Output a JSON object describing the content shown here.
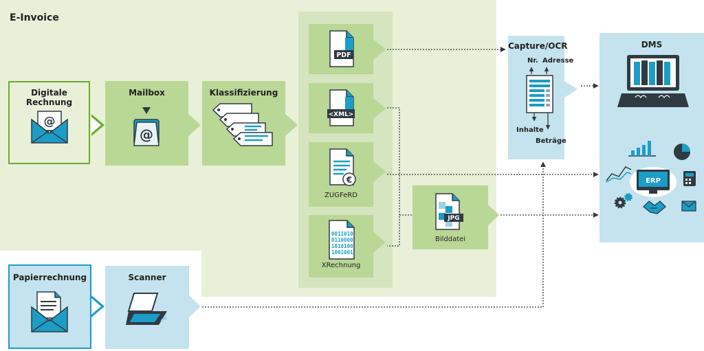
{
  "diagram": {
    "region_title": "E-Invoice",
    "nodes": {
      "digital_invoice": "Digitale Rechnung",
      "mailbox": "Mailbox",
      "classification": "Klassifizierung",
      "pdf": "PDF",
      "xml": "<XML>",
      "zugferd": "ZUGFeRD",
      "xrechnung": "XRechnung",
      "image_file": "Bilddatei",
      "jpg": "JPG",
      "paper_invoice": "Papierrechnung",
      "scanner": "Scanner",
      "capture_ocr": "Capture/OCR",
      "dms": "DMS",
      "erp": "ERP"
    },
    "ocr_labels": {
      "nr": "Nr.",
      "address": "Adresse",
      "contents": "Inhalte",
      "amounts": "Beträge"
    },
    "binary_lines": [
      "0011010",
      "0110000",
      "1010100",
      "1001001"
    ],
    "email_symbol": "@",
    "euro_symbol": "€"
  },
  "colors": {
    "light_green": "#e8f0d8",
    "mid_green": "#d5e5bf",
    "green": "#b9d795",
    "dark_green": "#6aab2e",
    "light_blue": "#c4e3ee",
    "blue": "#1b9dc7",
    "dark": "#303a42"
  }
}
